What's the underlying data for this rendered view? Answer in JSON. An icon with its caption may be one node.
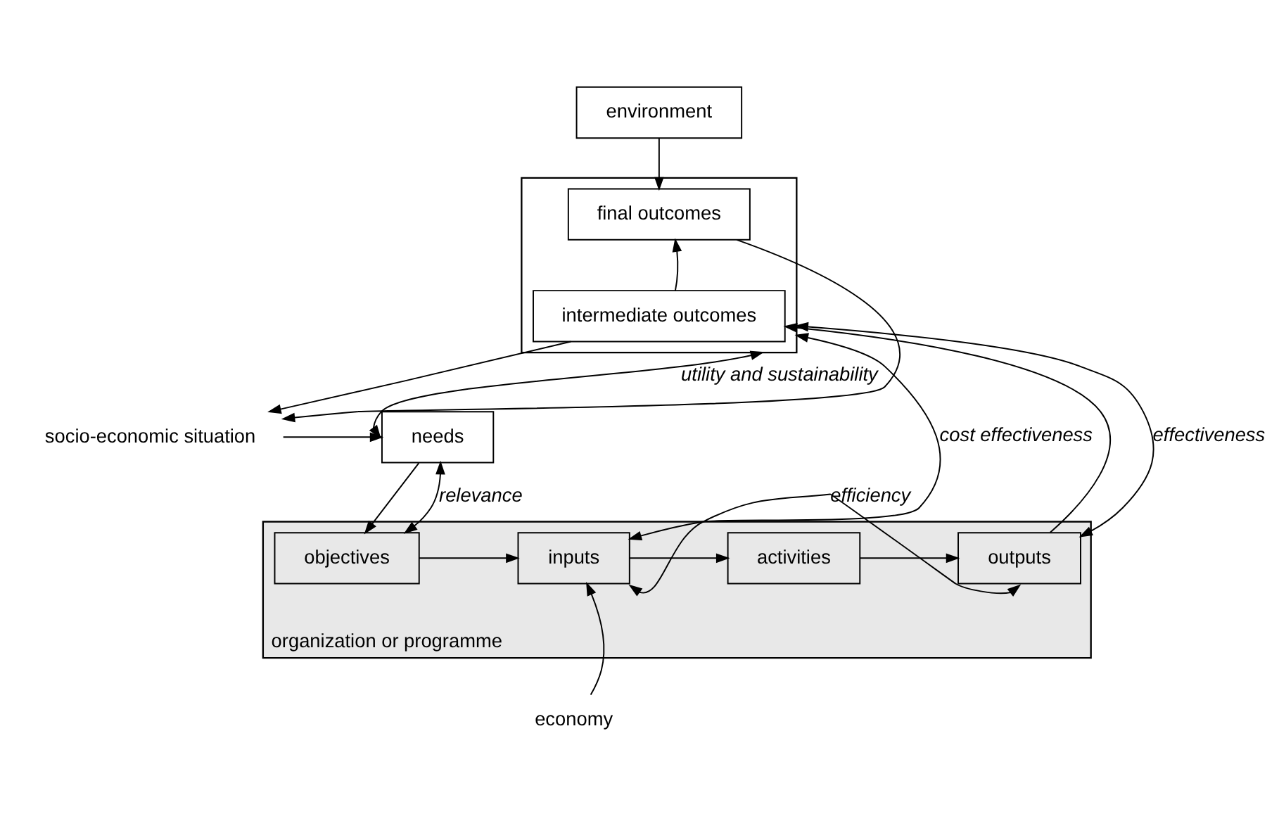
{
  "diagram": {
    "nodes": [
      {
        "text": [
          "environment"
        ]
      },
      {
        "text": [],
        "shape": "box"
      },
      {
        "text": [
          "final outcomes"
        ],
        "in": 1
      },
      {
        "text": [
          "intermediate outcomes"
        ],
        "in": 1
      },
      {
        "text": [
          "needs"
        ]
      },
      {
        "text": [
          "socio-economic situation"
        ]
      },
      {
        "text": [
          "organization or programme"
        ]
      },
      {
        "text": [
          "objectives"
        ],
        "in": 6
      },
      {
        "text": [
          "inputs"
        ],
        "in": 6
      },
      {
        "text": [
          "activities"
        ],
        "in": 6
      },
      {
        "text": [
          "outputs"
        ],
        "in": 6
      },
      {
        "text": [
          "economy"
        ]
      }
    ],
    "edges": [
      {
        "from": 0,
        "to": 2,
        "arrow": "to"
      },
      {
        "from": 2,
        "to": 5,
        "arrow": "to"
      },
      {
        "from": 3,
        "to": 5,
        "arrow": "to"
      },
      {
        "from": 3,
        "to": 2,
        "arrow": "to"
      },
      {
        "from": 5,
        "to": 4,
        "arrow": "to"
      },
      {
        "from": 4,
        "to": 7,
        "arrow": "to"
      },
      {
        "from": 4,
        "to": 7,
        "arrow": "both",
        "label": "relevance"
      },
      {
        "from": 7,
        "to": 8,
        "arrow": "to"
      },
      {
        "from": 8,
        "to": 9,
        "arrow": "to"
      },
      {
        "from": 9,
        "to": 10,
        "arrow": "to"
      },
      {
        "from": 10,
        "to": 3,
        "arrow": "to"
      },
      {
        "from": 10,
        "to": 1,
        "arrow": "both",
        "label": "effectiveness"
      },
      {
        "from": 10,
        "to": 8,
        "arrow": "both",
        "label": "efficiency"
      },
      {
        "from": 8,
        "to": 1,
        "arrow": "both",
        "label": "cost effectiveness"
      },
      {
        "from": 11,
        "to": 8,
        "arrow": "to"
      },
      {
        "from": 4,
        "to": 1,
        "arrow": "both",
        "label": "utility and sustainability"
      }
    ]
  }
}
